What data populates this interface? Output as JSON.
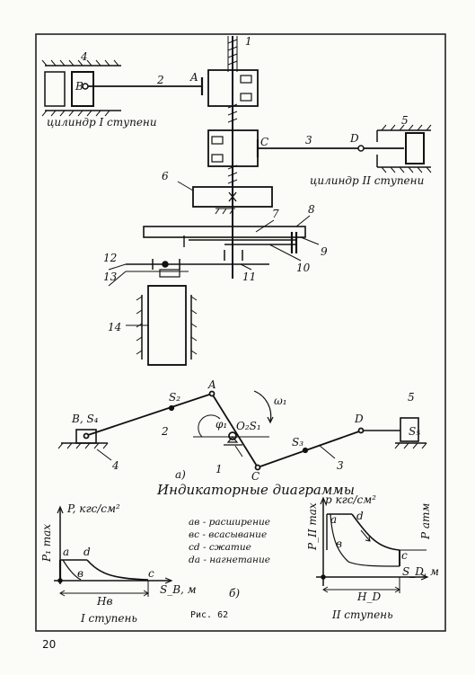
{
  "top_labels": {
    "cyl1": "цилиндр I ступени",
    "cyl2": "цилиндр II ступени",
    "pt_A": "A",
    "pt_B": "B",
    "pt_C": "C",
    "pt_D": "D",
    "n1": "1",
    "n2": "2",
    "n3": "3",
    "n4": "4",
    "n5": "5",
    "n6": "6",
    "n7": "7",
    "n8": "8",
    "n9": "9",
    "n10": "10",
    "n11": "11",
    "n12": "12",
    "n13": "13",
    "n14": "14"
  },
  "kinematic": {
    "A": "A",
    "B": "B, S₄",
    "S2": "S₂",
    "O2": "O₂S₁",
    "phi": "φ₁",
    "omega": "ω₁",
    "C": "C",
    "D": "D",
    "S3": "S₃",
    "n1": "1",
    "n2": "2",
    "n3": "3",
    "n4": "4",
    "n5": "5",
    "S5": "S₅",
    "a_label": "а)"
  },
  "title": "Индикаторные диаграммы",
  "diagrams": {
    "left": {
      "p_axis": "P, кгс/см²",
      "p_max": "P₁ max",
      "pt_a": "a",
      "pt_d": "d",
      "pt_b": "в",
      "pt_c": "c",
      "s_axis": "S_B, м",
      "H": "Hв",
      "stage": "I ступень"
    },
    "right": {
      "p_axis": "p кгс/см²",
      "p_max": "P_II max",
      "p_atm": "P атм",
      "pt_a": "a",
      "pt_d": "d",
      "pt_b": "в",
      "pt_c": "c",
      "s_axis": "S_D, м",
      "H": "H_D",
      "stage": "II ступень"
    },
    "legend": [
      "ав - расширение",
      "вс - всасывание",
      "cd - сжатие",
      "da - нагнетание"
    ],
    "b_label": "б)"
  },
  "caption": "Рис. 62",
  "page_number": "20"
}
